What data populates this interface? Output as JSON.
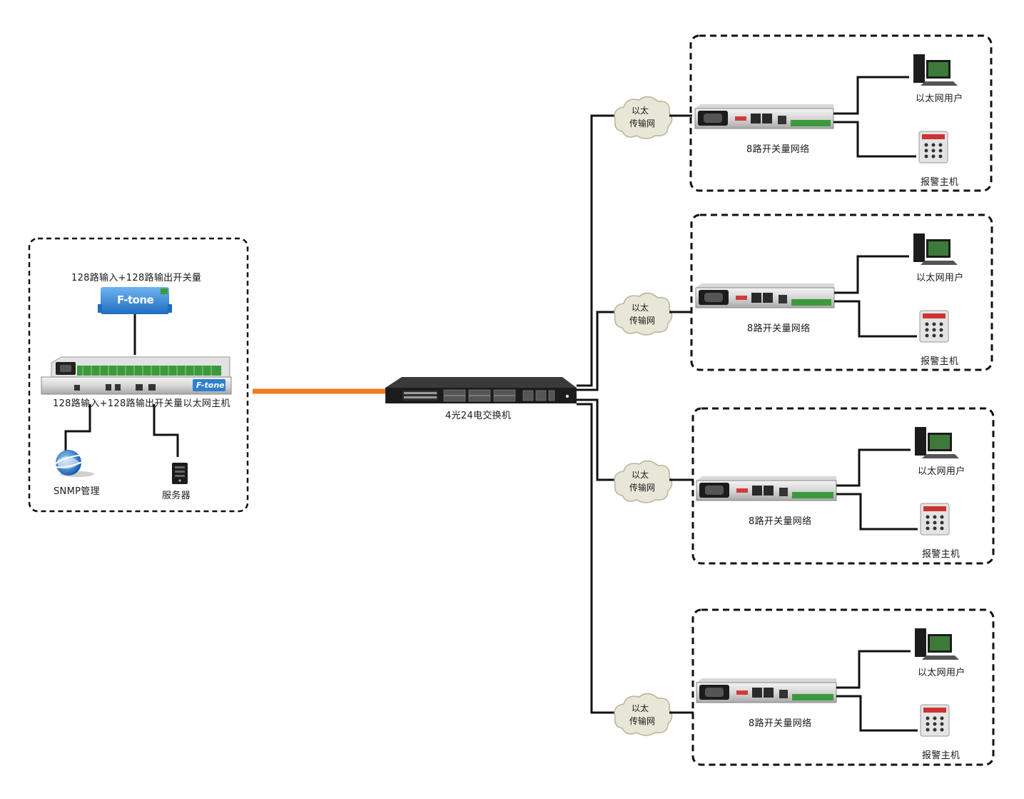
{
  "host_group": {
    "module_label": "128路输入+128路输出开关量",
    "module_brand": "F-tone",
    "host_label": "128路输入+128路输出开关量以太网主机",
    "host_brand": "F-tone",
    "snmp_label": "SNMP管理",
    "server_label": "服务器"
  },
  "switch": {
    "label": "4光24电交换机"
  },
  "branches": [
    {
      "cloud_line1": "以太",
      "cloud_line2": "传输网",
      "device_label": "8路开关量网络",
      "user_label": "以太网用户",
      "alarm_label": "报警主机"
    },
    {
      "cloud_line1": "以太",
      "cloud_line2": "传输网",
      "device_label": "8路开关量网络",
      "user_label": "以太网用户",
      "alarm_label": "报警主机"
    },
    {
      "cloud_line1": "以太",
      "cloud_line2": "传输网",
      "device_label": "8路开关量网络",
      "user_label": "以太网用户",
      "alarm_label": "报警主机"
    },
    {
      "cloud_line1": "以太",
      "cloud_line2": "传输网",
      "device_label": "8路开关量网络",
      "user_label": "以太网用户",
      "alarm_label": "报警主机"
    }
  ],
  "colors": {
    "fiber_link": "#f07a1e",
    "wire": "#111111",
    "brand_blue": "#2e7fd0",
    "terminal_green": "#3c9a3c",
    "cloud_fill": "#e8e6d6"
  }
}
